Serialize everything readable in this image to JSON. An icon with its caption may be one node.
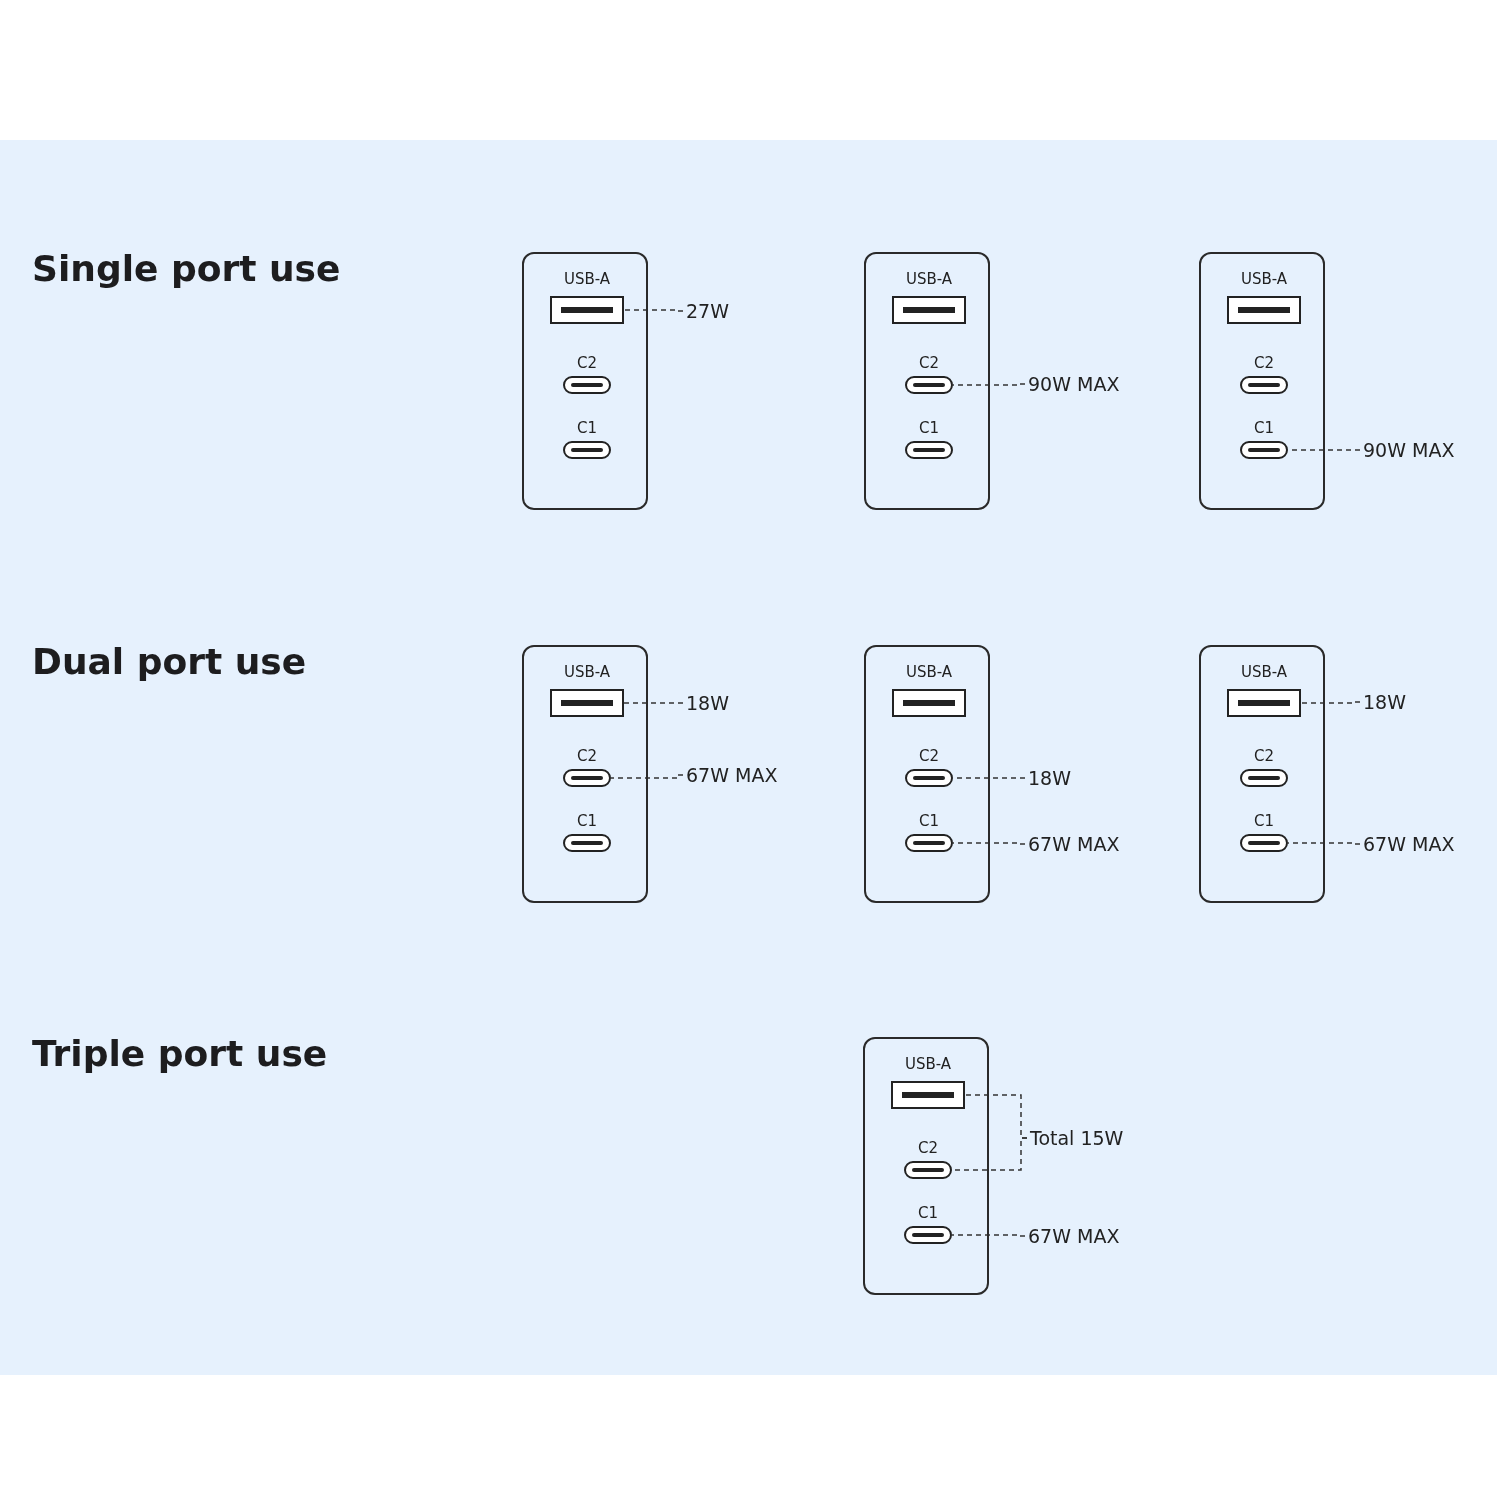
{
  "diagram": {
    "nodes": [
      {
        "text": [],
        "shape": "box"
      },
      {
        "text": [
          "USB-A"
        ],
        "in": 0
      },
      {
        "text": [
          "C2"
        ],
        "in": 0
      },
      {
        "text": [
          "C1"
        ],
        "in": 0
      },
      {
        "text": [
          "27W"
        ]
      },
      {
        "text": [],
        "shape": "box"
      },
      {
        "text": [
          "USB-A"
        ],
        "in": 5
      },
      {
        "text": [
          "C2"
        ],
        "in": 5
      },
      {
        "text": [
          "C1"
        ],
        "in": 5
      },
      {
        "text": [
          "90W MAX"
        ]
      },
      {
        "text": [],
        "shape": "box"
      },
      {
        "text": [
          "USB-A"
        ],
        "in": 10
      },
      {
        "text": [
          "C2"
        ],
        "in": 10
      },
      {
        "text": [
          "C1"
        ],
        "in": 10
      },
      {
        "text": [
          "90W MAX"
        ]
      },
      {
        "text": [],
        "shape": "box"
      },
      {
        "text": [
          "USB-A"
        ],
        "in": 15
      },
      {
        "text": [
          "C2"
        ],
        "in": 15
      },
      {
        "text": [
          "C1"
        ],
        "in": 15
      },
      {
        "text": [
          "18W"
        ]
      },
      {
        "text": [
          "67W MAX"
        ]
      },
      {
        "text": [],
        "shape": "box"
      },
      {
        "text": [
          "USB-A"
        ],
        "in": 21
      },
      {
        "text": [
          "C2"
        ],
        "in": 21
      },
      {
        "text": [
          "C1"
        ],
        "in": 21
      },
      {
        "text": [
          "18W"
        ]
      },
      {
        "text": [
          "67W MAX"
        ]
      },
      {
        "text": [],
        "shape": "box"
      },
      {
        "text": [
          "USB-A"
        ],
        "in": 27
      },
      {
        "text": [
          "C2"
        ],
        "in": 27
      },
      {
        "text": [
          "C1"
        ],
        "in": 27
      },
      {
        "text": [
          "18W"
        ]
      },
      {
        "text": [
          "67W MAX"
        ]
      },
      {
        "text": [],
        "shape": "box"
      },
      {
        "text": [
          "USB-A"
        ],
        "in": 33
      },
      {
        "text": [
          "C2"
        ],
        "in": 33
      },
      {
        "text": [
          "C1"
        ],
        "in": 33
      },
      {
        "text": [
          "Total 15W"
        ]
      },
      {
        "text": [
          "67W MAX"
        ]
      }
    ],
    "edges": [
      {
        "from": 4,
        "to": 1,
        "arrow": "none",
        "style": "dashed"
      },
      {
        "from": 9,
        "to": 7,
        "arrow": "none",
        "style": "dashed"
      },
      {
        "from": 14,
        "to": 13,
        "arrow": "none",
        "style": "dashed"
      },
      {
        "from": 19,
        "to": 16,
        "arrow": "none",
        "style": "dashed"
      },
      {
        "from": 20,
        "to": 17,
        "arrow": "none",
        "style": "dashed"
      },
      {
        "from": 25,
        "to": 23,
        "arrow": "none",
        "style": "dashed"
      },
      {
        "from": 26,
        "to": 24,
        "arrow": "none",
        "style": "dashed"
      },
      {
        "from": 31,
        "to": 28,
        "arrow": "none",
        "style": "dashed"
      },
      {
        "from": 32,
        "to": 30,
        "arrow": "none",
        "style": "dashed"
      },
      {
        "from": 37,
        "to": 34,
        "arrow": "none",
        "style": "dashed"
      },
      {
        "from": 37,
        "to": 35,
        "arrow": "none",
        "style": "dashed"
      },
      {
        "from": 38,
        "to": 36,
        "arrow": "none",
        "style": "dashed"
      }
    ],
    "labels": [
      "Single port use",
      "Dual port use",
      "Triple port use"
    ]
  }
}
